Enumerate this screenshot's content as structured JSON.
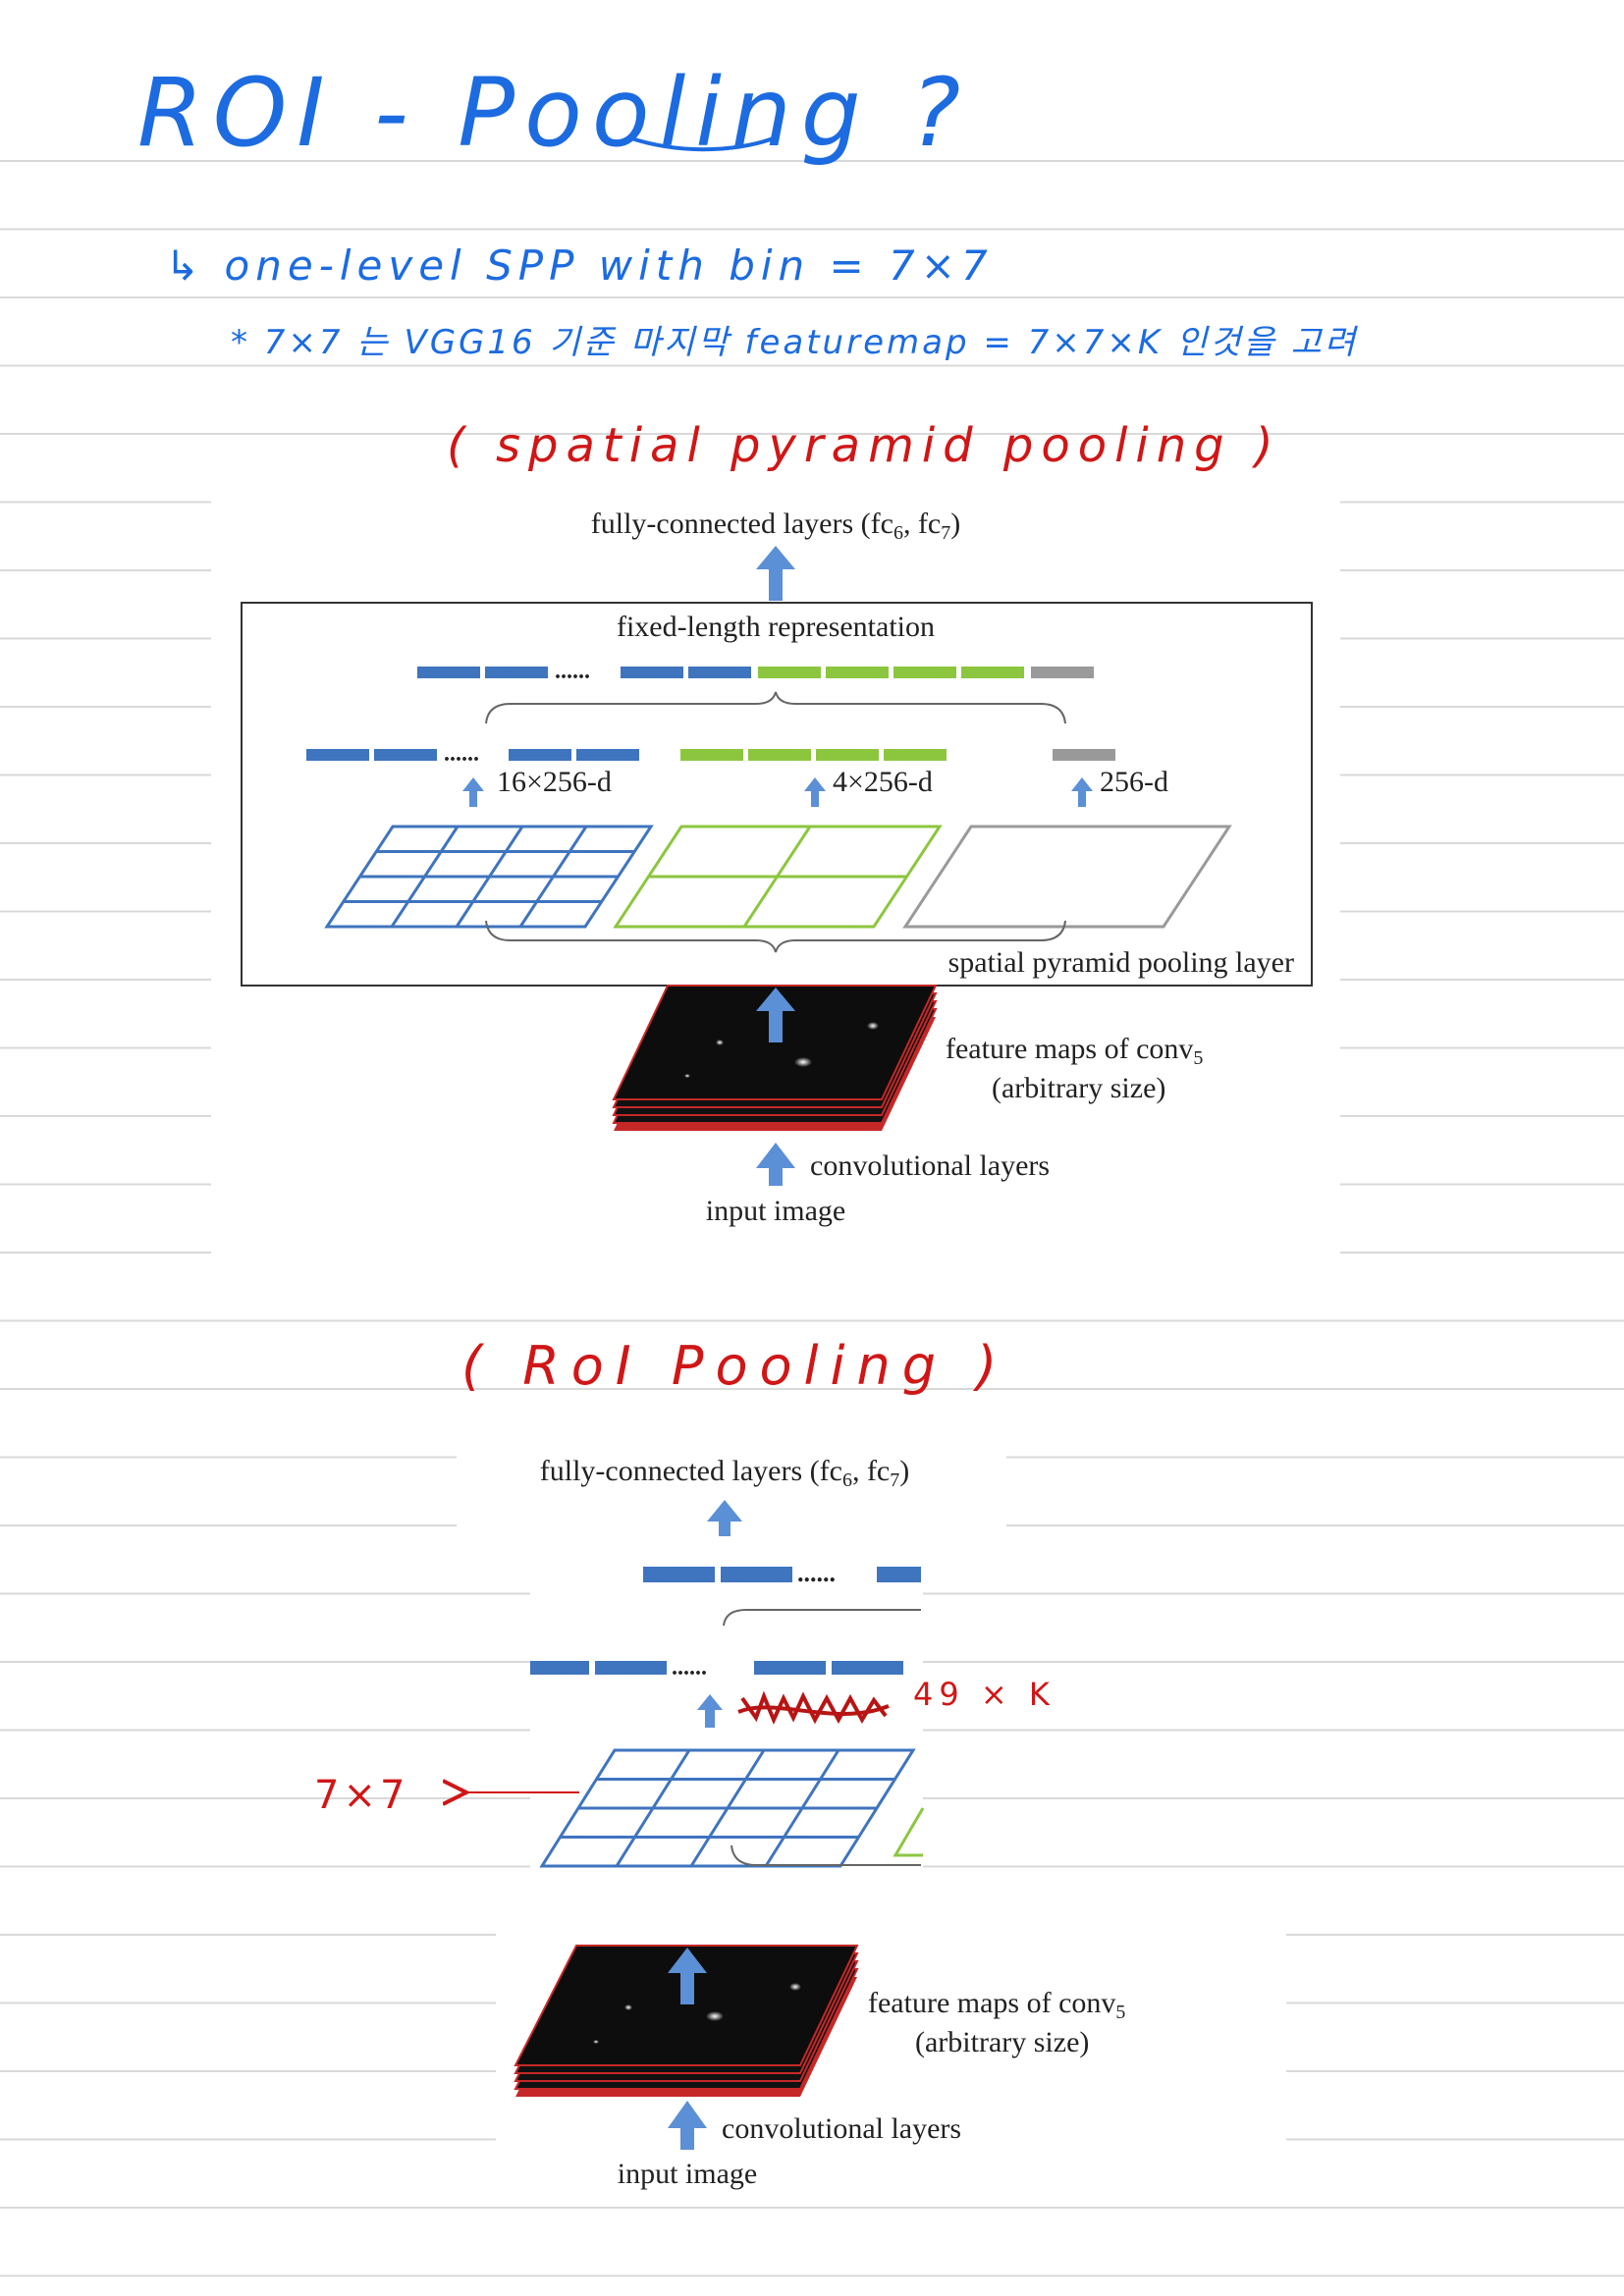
{
  "notes": {
    "title": "ROI - Pooling ?",
    "line1": "↳ one-level SPP with bin = 7×7",
    "line2": "* 7×7 는 VGG16 기준 마지막 featuremap = 7×7×K 인것을 고려",
    "spp_caption": "( spatial pyramid pooling )",
    "roi_caption": "( RoI Pooling )",
    "roi_dim_note": "49 × K",
    "roi_grid_note": "7×7"
  },
  "spp_figure": {
    "fc_label_main": "fully-connected layers (fc",
    "fc_sub_6": "6",
    "fc_mid": ", fc",
    "fc_sub_7": "7",
    "fc_end": ")",
    "fixed_length": "fixed-length representation",
    "dots": "......",
    "dim_16": "16×256-d",
    "dim_4": "4×256-d",
    "dim_1": "256-d",
    "spp_layer": "spatial pyramid pooling layer",
    "feature_maps_main": "feature maps of conv",
    "feature_maps_sub": "5",
    "arbitrary_size": "(arbitrary size)",
    "conv_layers": "convolutional layers",
    "input_image": "input image"
  },
  "roi_figure": {
    "fc_label_main": "fully-connected layers (fc",
    "fc_sub_6": "6",
    "fc_mid": ", fc",
    "fc_sub_7": "7",
    "fc_end": ")",
    "dots": "......",
    "feature_maps_main": "feature maps of conv",
    "feature_maps_sub": "5",
    "arbitrary_size": "(arbitrary size)",
    "conv_layers": "convolutional layers",
    "input_image": "input image"
  },
  "colors": {
    "ink_blue": "#1c6be0",
    "ink_red": "#d01616",
    "bar_blue": "#3f74be",
    "bar_green": "#8cc63f",
    "bar_gray": "#9a9a9a",
    "arrow_blue": "#5b8fd6",
    "ruled_line": "#d9d9d9"
  }
}
